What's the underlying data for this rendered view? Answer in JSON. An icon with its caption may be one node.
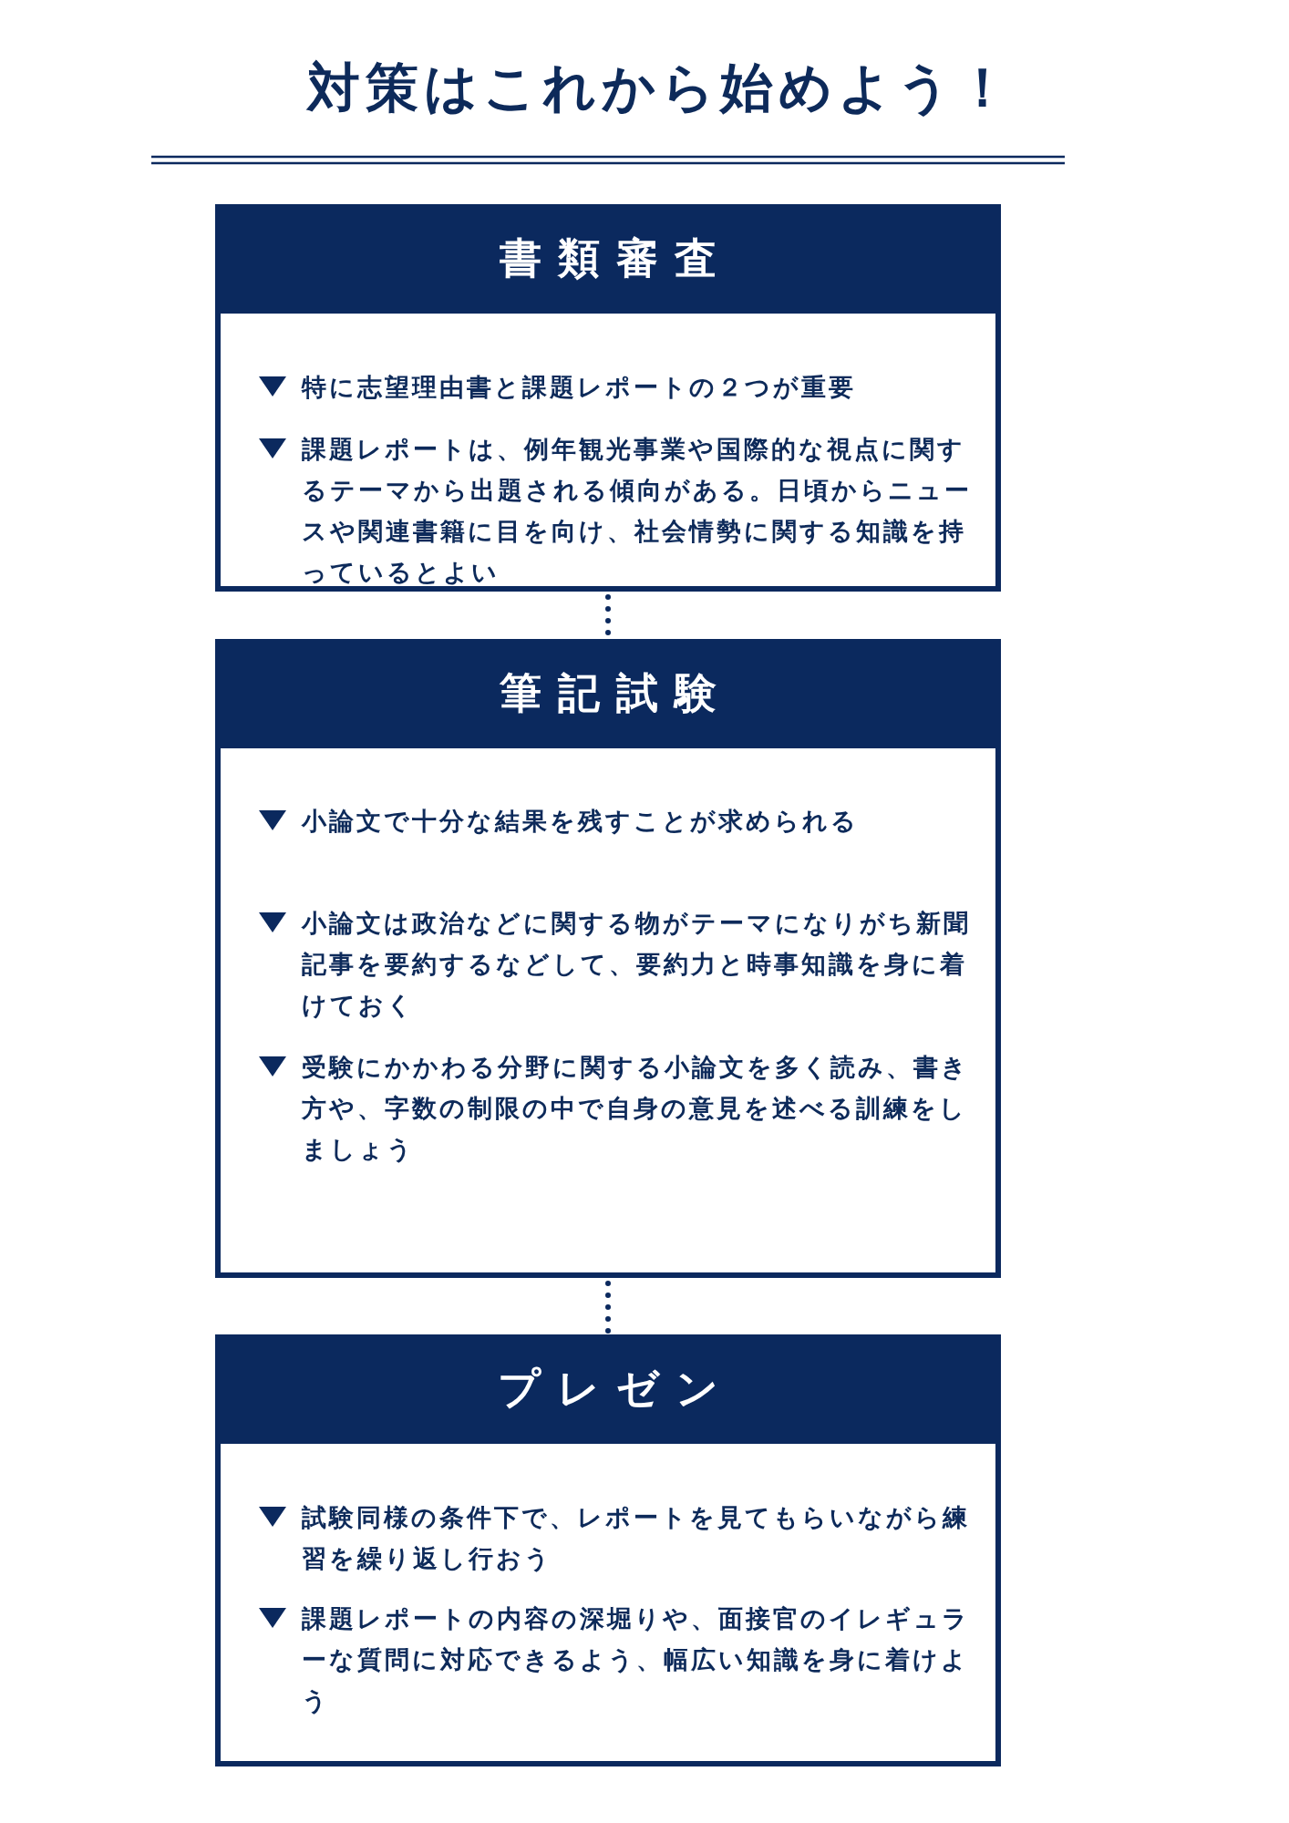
{
  "diagram": {
    "title": "対策はこれから始めよう！",
    "nodes": [
      {
        "text": [
          "書類審査",
          "特に志望理由書と課題レポートの２つが重要",
          "課題レポートは、例年観光事業や国際的な視点に関するテーマから出題される傾向がある。日頃からニュースや関連書籍に目を向け、社会情勢に関する知識を持っているとよい"
        ]
      },
      {
        "text": [
          "筆記試験",
          "小論文で十分な結果を残すことが求められる",
          "小論文は政治などに関する物がテーマになりがち新聞記事を要約するなどして、要約力と時事知識を身に着けておく",
          "受験にかかわる分野に関する小論文を多く読み、書き方や、字数の制限の中で自身の意見を述べる訓練をしましょう"
        ]
      },
      {
        "text": [
          "プレゼン",
          "試験同様の条件下で、レポートを見てもらいながら練習を繰り返し行おう",
          "課題レポートの内容の深堀りや、面接官のイレギュラーな質問に対応できるよう、幅広い知識を身に着けよう"
        ]
      }
    ],
    "edges": [
      {
        "from": 0,
        "to": 1,
        "arrow": "none",
        "style": "dashed"
      },
      {
        "from": 1,
        "to": 2,
        "arrow": "none",
        "style": "dashed"
      }
    ]
  }
}
